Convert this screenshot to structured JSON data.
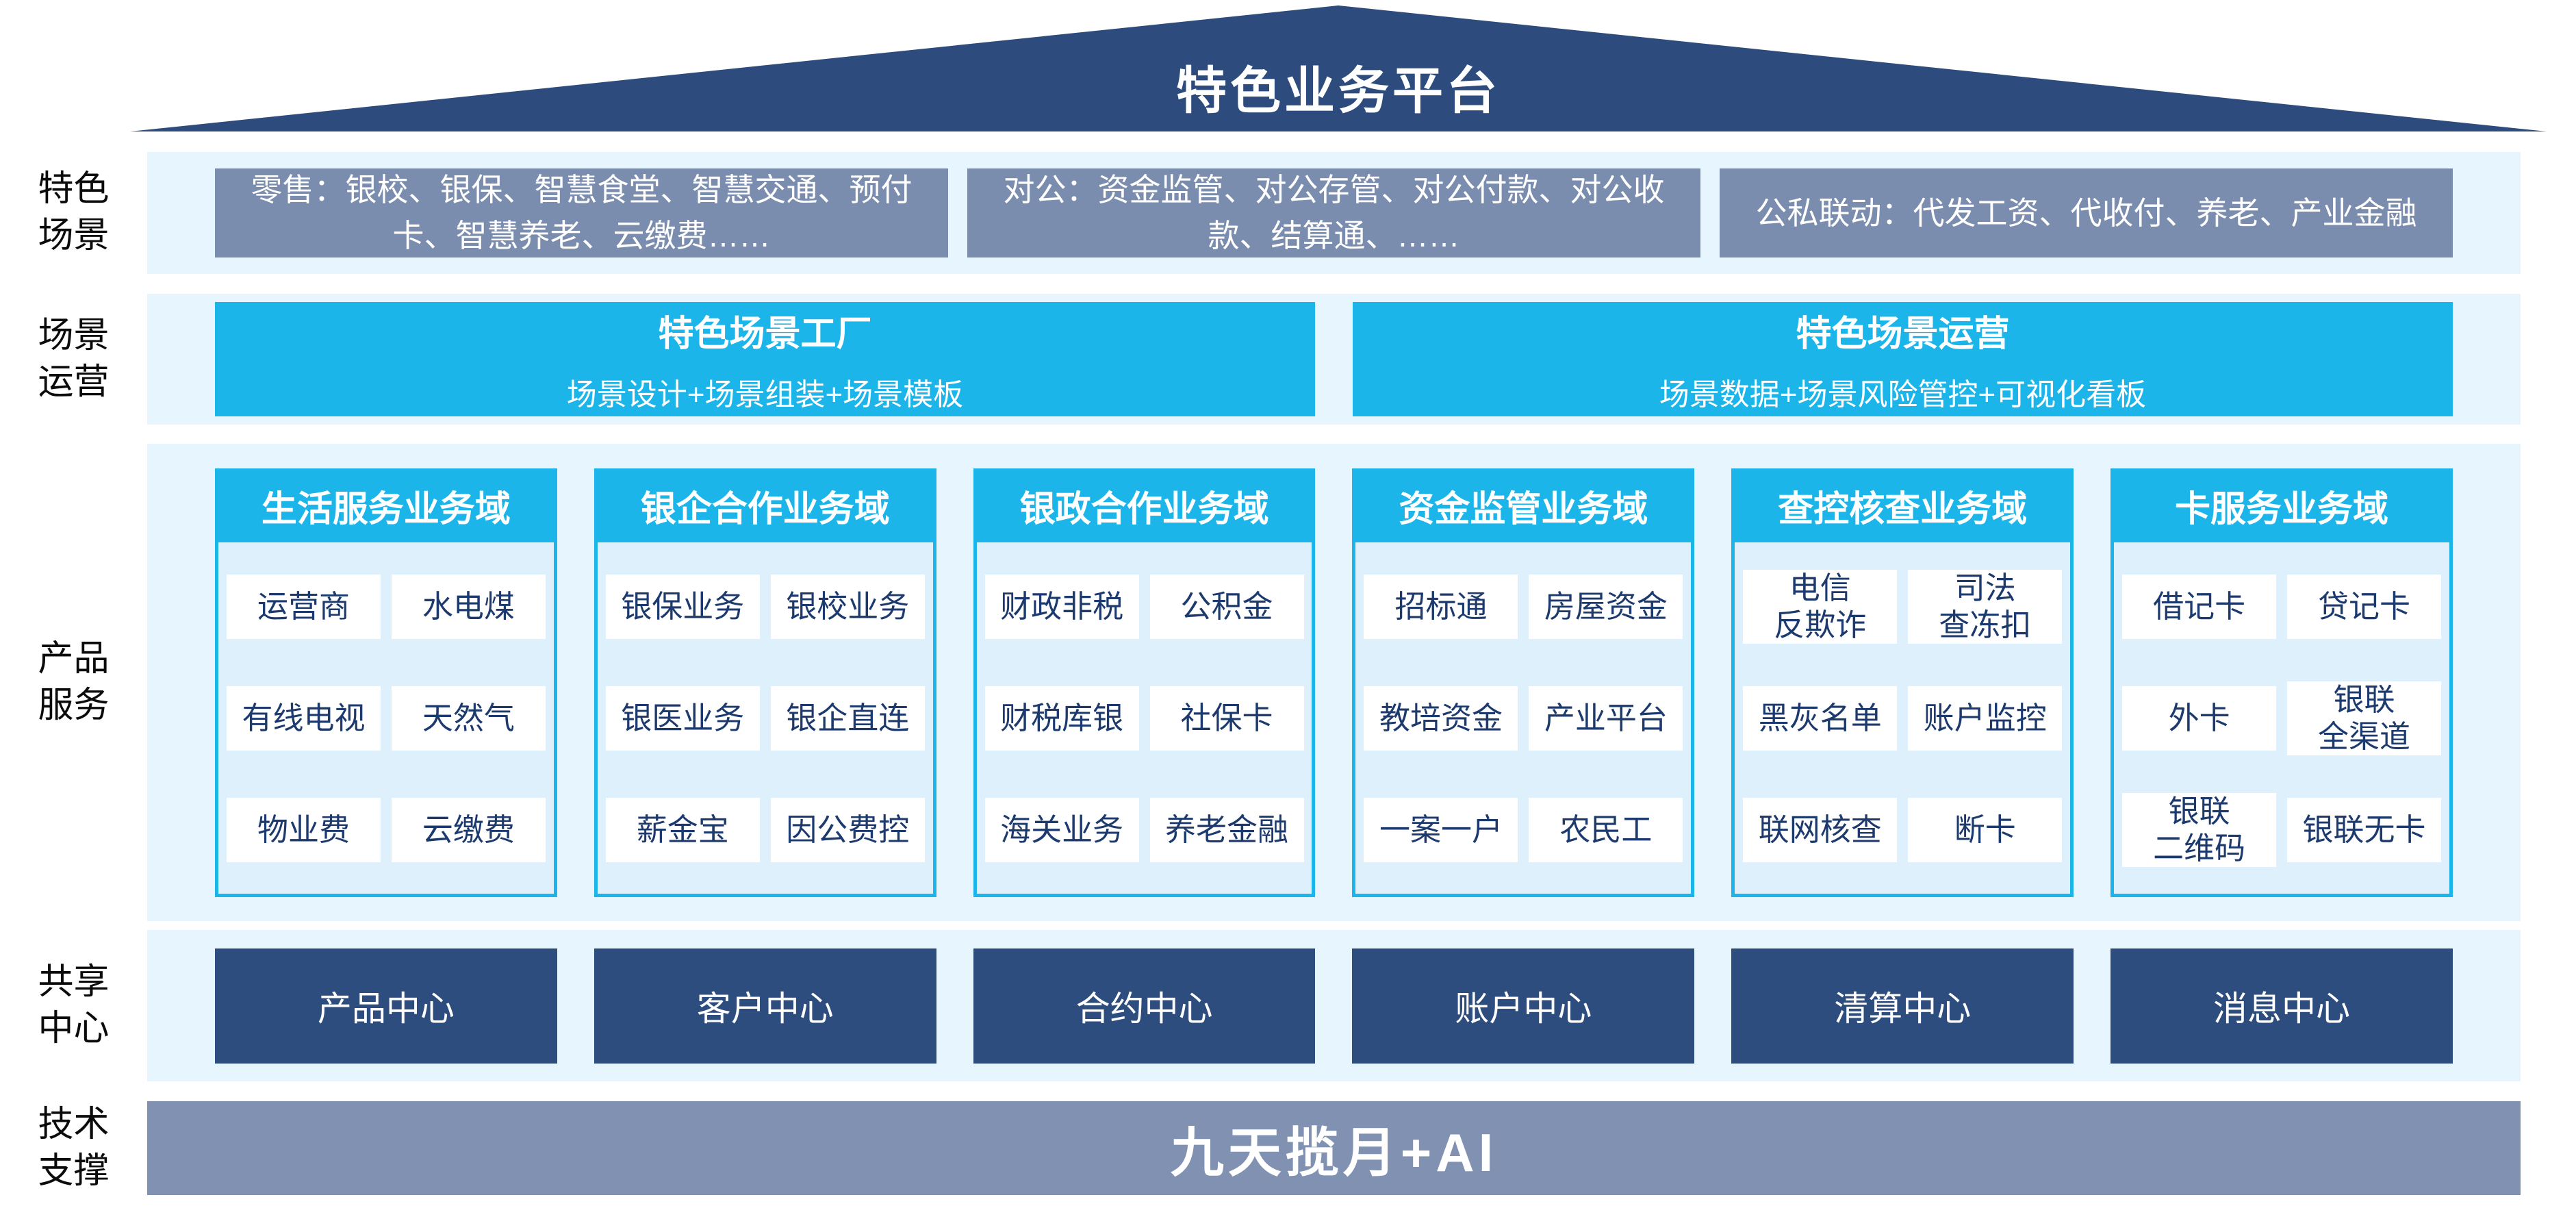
{
  "title": "特色业务平台",
  "rows": {
    "scenes": {
      "label": "特色\n场景",
      "boxes": [
        "零售：银校、银保、智慧食堂、智慧交通、预付卡、智慧养老、云缴费……",
        "对公：资金监管、对公存管、对公付款、对公收款、结算通、……",
        "公私联动：代发工资、代收付、养老、产业金融"
      ]
    },
    "operation": {
      "label": "场景\n运营",
      "boxes": [
        {
          "title": "特色场景工厂",
          "subtitle": "场景设计+场景组装+场景模板"
        },
        {
          "title": "特色场景运营",
          "subtitle": "场景数据+场景风险管控+可视化看板"
        }
      ]
    },
    "products": {
      "label": "产品\n服务",
      "columns": [
        {
          "header": "生活服务业务域",
          "cells": [
            "运营商",
            "水电煤",
            "有线电视",
            "天然气",
            "物业费",
            "云缴费"
          ]
        },
        {
          "header": "银企合作业务域",
          "cells": [
            "银保业务",
            "银校业务",
            "银医业务",
            "银企直连",
            "薪金宝",
            "因公费控"
          ]
        },
        {
          "header": "银政合作业务域",
          "cells": [
            "财政非税",
            "公积金",
            "财税库银",
            "社保卡",
            "海关业务",
            "养老金融"
          ]
        },
        {
          "header": "资金监管业务域",
          "cells": [
            "招标通",
            "房屋资金",
            "教培资金",
            "产业平台",
            "一案一户",
            "农民工"
          ]
        },
        {
          "header": "查控核查业务域",
          "cells": [
            "电信\n反欺诈",
            "司法\n查冻扣",
            "黑灰名单",
            "账户监控",
            "联网核查",
            "断卡"
          ]
        },
        {
          "header": "卡服务业务域",
          "cells": [
            "借记卡",
            "贷记卡",
            "外卡",
            "银联\n全渠道",
            "银联\n二维码",
            "银联无卡"
          ]
        }
      ]
    },
    "centers": {
      "label": "共享\n中心",
      "boxes": [
        "产品中心",
        "客户中心",
        "合约中心",
        "账户中心",
        "清算中心",
        "消息中心"
      ]
    },
    "tech": {
      "label": "技术\n支撑",
      "bar": "九天揽月+AI"
    }
  },
  "colors": {
    "navy": "#2E4B7D",
    "cyan": "#1CB5EA",
    "gray_blue_box": "#7B8DAE",
    "tech_bar": "#8191B2",
    "light_band": "#E7F5FE",
    "product_body": "#DEF0FB",
    "cell_text": "#1C3A6E",
    "center_box": "#2E4D7F"
  }
}
